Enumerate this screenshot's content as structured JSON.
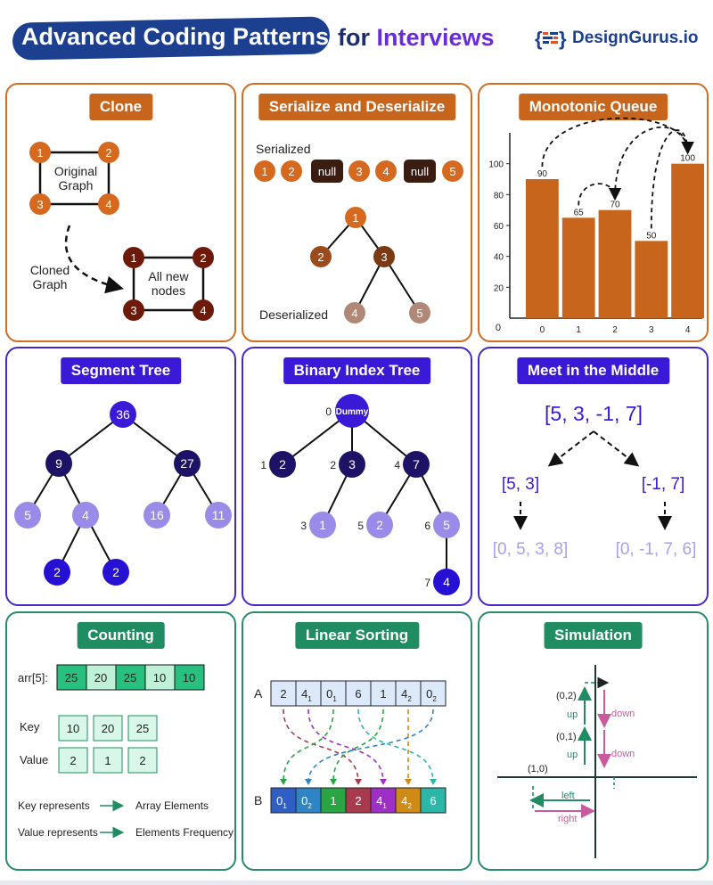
{
  "header": {
    "title_part1": "Advanced Coding Patterns",
    "title_part2": "for",
    "title_part3": "Interviews",
    "brand": "DesignGurus.io"
  },
  "panels": {
    "clone": {
      "title": "Clone",
      "original_label_1": "Original",
      "original_label_2": "Graph",
      "cloned_label_1": "Cloned",
      "cloned_label_2": "Graph",
      "new_label_1": "All new",
      "new_label_2": "nodes",
      "nodes": [
        "1",
        "2",
        "3",
        "4"
      ]
    },
    "serialize": {
      "title": "Serialize and Deserialize",
      "serialized_label": "Serialized",
      "deserialized_label": "Deserialized",
      "sequence": [
        "1",
        "2",
        "null",
        "3",
        "4",
        "null",
        "5"
      ],
      "tree_nodes": [
        "1",
        "2",
        "3",
        "4",
        "5"
      ]
    },
    "monotonic": {
      "title": "Monotonic Queue"
    },
    "segment": {
      "title": "Segment Tree",
      "nodes": [
        "36",
        "9",
        "27",
        "5",
        "4",
        "16",
        "11",
        "2",
        "2"
      ]
    },
    "bit": {
      "title": "Binary Index Tree",
      "root": "Dummy",
      "nodes": [
        "2",
        "3",
        "7",
        "1",
        "2",
        "5",
        "4"
      ],
      "indices": [
        "0",
        "1",
        "2",
        "4",
        "3",
        "5",
        "6",
        "7"
      ]
    },
    "mitm": {
      "title": "Meet in the Middle",
      "top": "[5, 3, -1, 7]",
      "left": "[5, 3]",
      "right": "[-1, 7]",
      "left_sums": "[0, 5, 3, 8]",
      "right_sums": "[0, -1, 7, 6]"
    },
    "counting": {
      "title": "Counting",
      "arr_label": "arr[5]:",
      "arr": [
        "25",
        "20",
        "25",
        "10",
        "10"
      ],
      "key_label": "Key",
      "keys": [
        "10",
        "20",
        "25"
      ],
      "value_label": "Value",
      "values": [
        "2",
        "1",
        "2"
      ],
      "legend1_a": "Key represents",
      "legend1_b": "Array Elements",
      "legend2_a": "Value represents",
      "legend2_b": "Elements Frequency"
    },
    "linear": {
      "title": "Linear Sorting",
      "a_label": "A",
      "b_label": "B",
      "a": [
        {
          "v": "2",
          "s": ""
        },
        {
          "v": "4",
          "s": "1"
        },
        {
          "v": "0",
          "s": "1"
        },
        {
          "v": "6",
          "s": ""
        },
        {
          "v": "1",
          "s": ""
        },
        {
          "v": "4",
          "s": "2"
        },
        {
          "v": "0",
          "s": "2"
        }
      ],
      "b": [
        {
          "v": "0",
          "s": "1"
        },
        {
          "v": "0",
          "s": "2"
        },
        {
          "v": "1",
          "s": ""
        },
        {
          "v": "2",
          "s": ""
        },
        {
          "v": "4",
          "s": "1"
        },
        {
          "v": "4",
          "s": "2"
        },
        {
          "v": "6",
          "s": ""
        }
      ],
      "b_colors": [
        "#2f5fc4",
        "#2e84c4",
        "#2aa543",
        "#a83a4e",
        "#9d2fc7",
        "#d08a16",
        "#2ab7a8"
      ]
    },
    "simulation": {
      "title": "Simulation",
      "p02": "(0,2)",
      "p01": "(0,1)",
      "p10": "(1,0)",
      "up1": "up",
      "up2": "up",
      "down1": "down",
      "down2": "down",
      "left": "left",
      "right": "right"
    }
  },
  "chart_data": {
    "type": "bar",
    "title": "Monotonic Queue",
    "categories": [
      "0",
      "1",
      "2",
      "3",
      "4"
    ],
    "values": [
      90,
      65,
      70,
      50,
      100
    ],
    "ylim": [
      0,
      120
    ],
    "yticks": [
      0,
      20,
      40,
      60,
      80,
      100
    ],
    "bar_color": "#c8651c"
  }
}
